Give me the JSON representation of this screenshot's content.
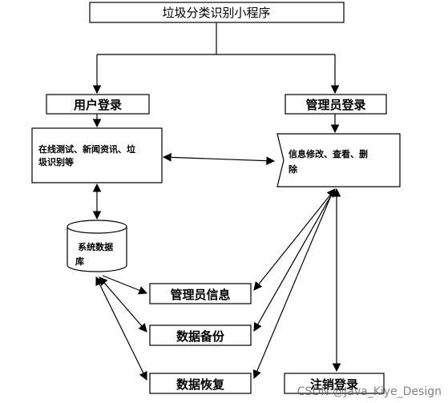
{
  "nodes": {
    "title": "垃圾分类识别小程序",
    "user_login": "用户登录",
    "admin_login": "管理员登录",
    "user_funcs": [
      "在线测试、新闻资讯、垃",
      "圾识别等"
    ],
    "admin_funcs": [
      "信息修改、查看、删",
      "除"
    ],
    "database": [
      "系统数据",
      "库"
    ],
    "admin_info": "管理员信息",
    "data_backup": "数据备份",
    "data_restore": "数据恢复",
    "logout": "注销登录"
  },
  "watermark": "CSDN @Java_Kiye_Design"
}
